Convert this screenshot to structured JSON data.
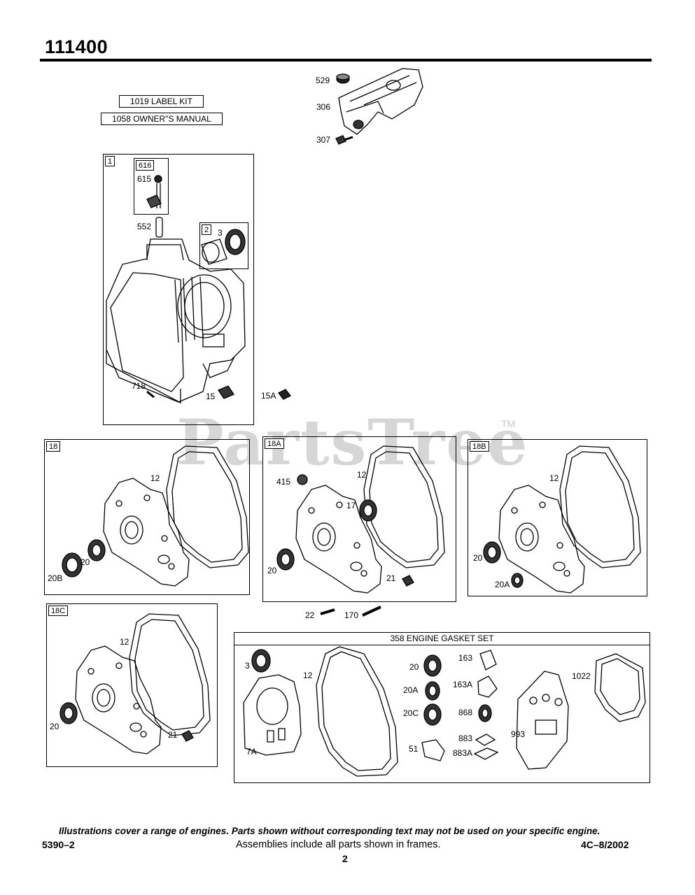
{
  "header": {
    "title": "111400"
  },
  "label_boxes": {
    "label_kit": "1019 LABEL KIT",
    "owners_manual": "1058 OWNER\"S MANUAL"
  },
  "frames": {
    "f1": {
      "tag": "1"
    },
    "f616": {
      "tag": "616"
    },
    "f2": {
      "tag": "2"
    },
    "f18": {
      "tag": "18"
    },
    "f18a": {
      "tag": "18A"
    },
    "f18b": {
      "tag": "18B"
    },
    "f18c": {
      "tag": "18C"
    },
    "f358": {
      "title": "358 ENGINE GASKET SET"
    }
  },
  "callouts": {
    "c529": "529",
    "c306": "306",
    "c307": "307",
    "c615": "615",
    "c552": "552",
    "c3a": "3",
    "c718": "718",
    "c15": "15",
    "c15a": "15A",
    "c18_12": "12",
    "c18_20": "20",
    "c18_20b": "20B",
    "c18a_415": "415",
    "c18a_12": "12",
    "c18a_17": "17",
    "c18a_20": "20",
    "c18a_21": "21",
    "c18b_12": "12",
    "c18b_20": "20",
    "c18b_20a": "20A",
    "c22": "22",
    "c170": "170",
    "c18c_12": "12",
    "c18c_20": "20",
    "c18c_21": "21",
    "g3": "3",
    "g12": "12",
    "g7a": "7A",
    "g20": "20",
    "g20a": "20A",
    "g20c": "20C",
    "g51": "51",
    "g163": "163",
    "g163a": "163A",
    "g868": "868",
    "g883": "883",
    "g883a": "883A",
    "g993": "993",
    "g1022": "1022"
  },
  "watermark": {
    "text": "PartsTree",
    "tm": "TM"
  },
  "footer": {
    "note": "Illustrations cover a range of engines. Parts shown without corresponding text may not be used on your specific engine.",
    "doc_number": "5390–2",
    "assemblies_note": "Assemblies include all parts shown in frames.",
    "revision": "4C–8/2002",
    "page_number": "2"
  }
}
